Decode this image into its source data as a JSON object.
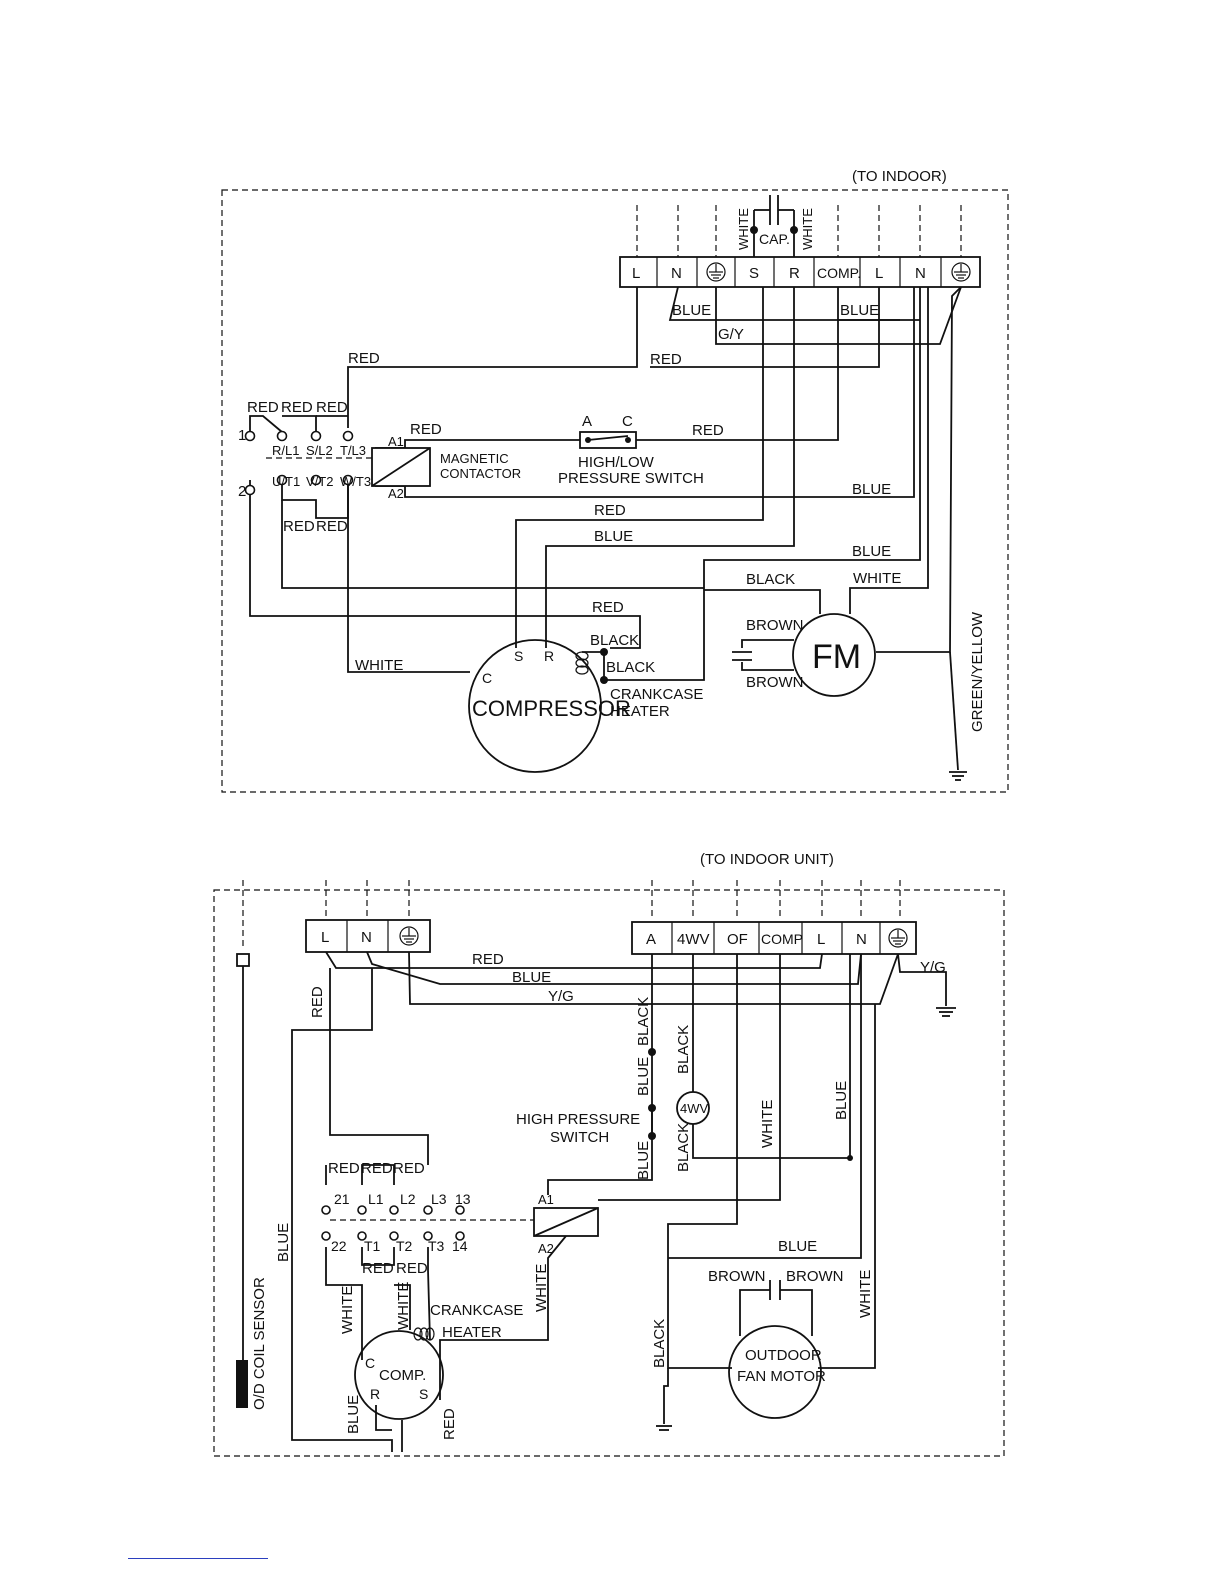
{
  "colors": {
    "ink": "#111111",
    "footer_rule": "#2b3fbf"
  },
  "diagram1": {
    "to_indoor": "(TO INDOOR)",
    "terminals": [
      "L",
      "N",
      "",
      "S",
      "R",
      "COMP.",
      "L",
      "N",
      ""
    ],
    "cap": "CAP.",
    "white": "WHITE",
    "blue": "BLUE",
    "red": "RED",
    "gy": "G/Y",
    "black": "BLACK",
    "brown": "BROWN",
    "green_yellow": "GREEN/YELLOW",
    "num1": "1",
    "num2": "2",
    "contactor_top": [
      "R/L1",
      "S/L2",
      "T/L3"
    ],
    "contactor_bottom": [
      "U/T1",
      "V/T2",
      "W/T3"
    ],
    "a1": "A1",
    "a2": "A2",
    "magnetic": "MAGNETIC",
    "contactor": "CONTACTOR",
    "switch_a": "A",
    "switch_c": "C",
    "high_low": "HIGH/LOW",
    "pressure_switch": "PRESSURE SWITCH",
    "fm": "FM",
    "compressor": "COMPRESSOR",
    "comp_c": "C",
    "comp_s": "S",
    "comp_r": "R",
    "crankcase": "CRANKCASE",
    "heater": "HEATER"
  },
  "diagram2": {
    "to_indoor_unit": "(TO INDOOR UNIT)",
    "left_terminals": [
      "L",
      "N",
      ""
    ],
    "right_terminals": [
      "A",
      "4WV",
      "OF",
      "COMP",
      "L",
      "N",
      ""
    ],
    "red": "RED",
    "blue": "BLUE",
    "yg": "Y/G",
    "black": "BLACK",
    "white": "WHITE",
    "brown": "BROWN",
    "fourwv": "4WV",
    "high_pressure": "HIGH PRESSURE",
    "switch": "SWITCH",
    "contactor_top": [
      "21",
      "L1",
      "L2",
      "L3",
      "13"
    ],
    "contactor_bottom": [
      "22",
      "T1",
      "T2",
      "T3",
      "14"
    ],
    "a1": "A1",
    "a2": "A2",
    "crankcase": "CRANKCASE",
    "heater": "HEATER",
    "comp": "COMP.",
    "comp_c": "C",
    "comp_r": "R",
    "comp_s": "S",
    "outdoor": "OUTDOOR",
    "fan_motor": "FAN MOTOR",
    "od_coil_sensor": "O/D COIL SENSOR"
  }
}
